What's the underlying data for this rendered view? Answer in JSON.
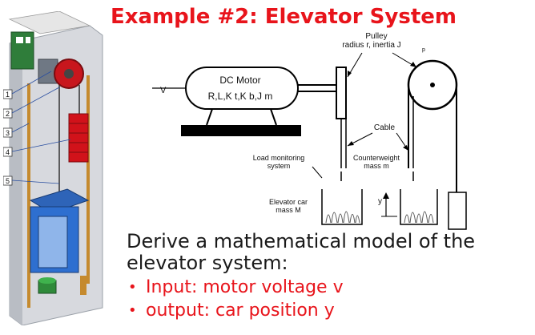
{
  "slide": {
    "title": "Example #2: Elevator System",
    "body_line1": "Derive a mathematical model of the",
    "body_line2": "elevator system:",
    "bullets": [
      {
        "text": "Input: motor voltage v"
      },
      {
        "text": "output: car position y"
      }
    ]
  },
  "illustration": {
    "callouts": [
      "1",
      "2",
      "3",
      "4",
      "5"
    ]
  },
  "schematic": {
    "voltage_label": "V",
    "motor_title": "DC Motor",
    "motor_params": "R,L,K t,K b,J m",
    "pulley_line1": "Pulley",
    "pulley_line2": "radius r, inertia J",
    "pulley_sub": "p",
    "cable_label": "Cable",
    "load_line1": "Load monitoring",
    "load_line2": "system",
    "counterweight_line1": "Counterweight",
    "counterweight_line2": "mass m",
    "car_line1": "Elevator car",
    "car_line2": "mass M",
    "y_label": "y"
  },
  "colors": {
    "title": "#e8141b",
    "bullets": "#e8141b",
    "body": "#1a1a1a"
  }
}
